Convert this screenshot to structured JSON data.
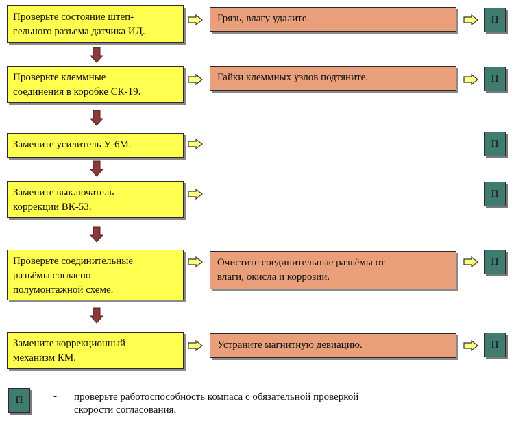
{
  "steps": [
    {
      "check": "Проверьте состояние штеп-\nсельного разъема датчика ИД.",
      "action": "Грязь, влагу удалите."
    },
    {
      "check": "Проверьте клеммные\nсоединения в коробке СК-19.",
      "action": "Гайки клеммных узлов подтяните."
    },
    {
      "check": "Замените усилитель У-6М.",
      "action": ""
    },
    {
      "check": "Замените выключатель\n коррекции ВК-53.",
      "action": ""
    },
    {
      "check": "Проверьте соединительные\nразъёмы согласно\nполумонтажной схеме.",
      "action": "Очистите соединительные разъёмы от\nвлаги, окисла и коррозии."
    },
    {
      "check": "Замените коррекционный\nмеханизм КМ.",
      "action": "Устраните магнитную девиацию."
    }
  ],
  "p_label": "П",
  "legend": {
    "symbol": "П",
    "dash": "-",
    "text": "проверьте работоспособность компаса с обязательной проверкой\nскорости согласования."
  },
  "colors": {
    "check_fill": "#ffff4f",
    "action_fill": "#e9a07a",
    "p_fill": "#3f7c6f",
    "arrow_right_fill": "#ffff80",
    "arrow_down_fill": "#8b3a3a"
  }
}
